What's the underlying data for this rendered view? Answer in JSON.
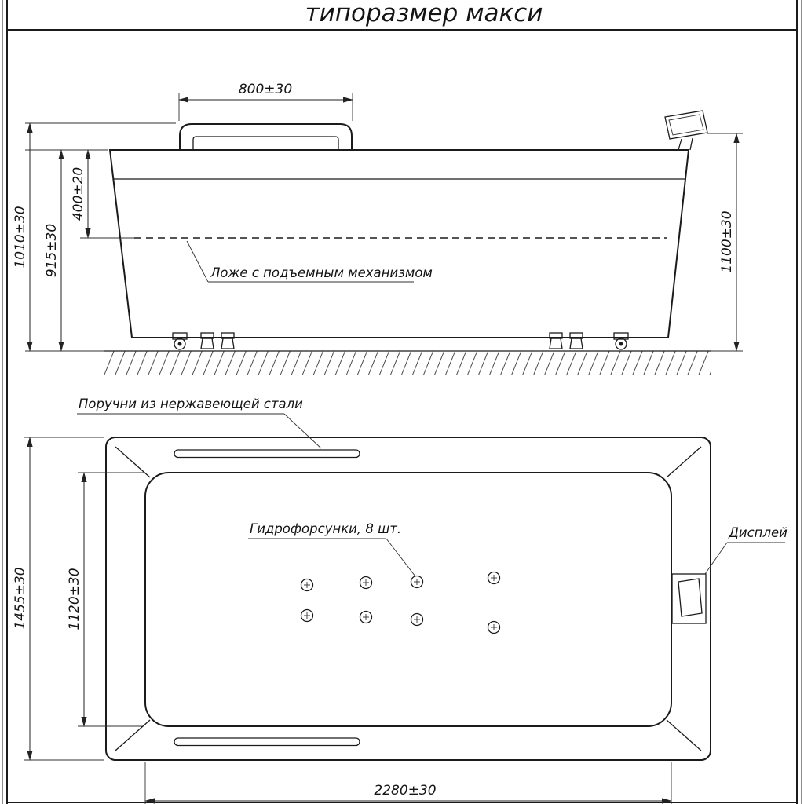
{
  "title": "типоразмер макси",
  "side_view": {
    "dim_handle_width": "800±30",
    "dim_water_depth": "400±20",
    "dim_total_height": "1010±30",
    "dim_rim_height": "915±30",
    "dim_right_height": "1100±30",
    "label_bed": "Ложе с подъемным механизмом"
  },
  "plan_view": {
    "label_handrails": "Поручни из нержавеющей стали",
    "label_jets": "Гидрофорсунки, 8 шт.",
    "label_display": "Дисплей",
    "dim_outer_width": "1455±30",
    "dim_inner_width": "1120±30",
    "dim_length": "2280±30"
  }
}
